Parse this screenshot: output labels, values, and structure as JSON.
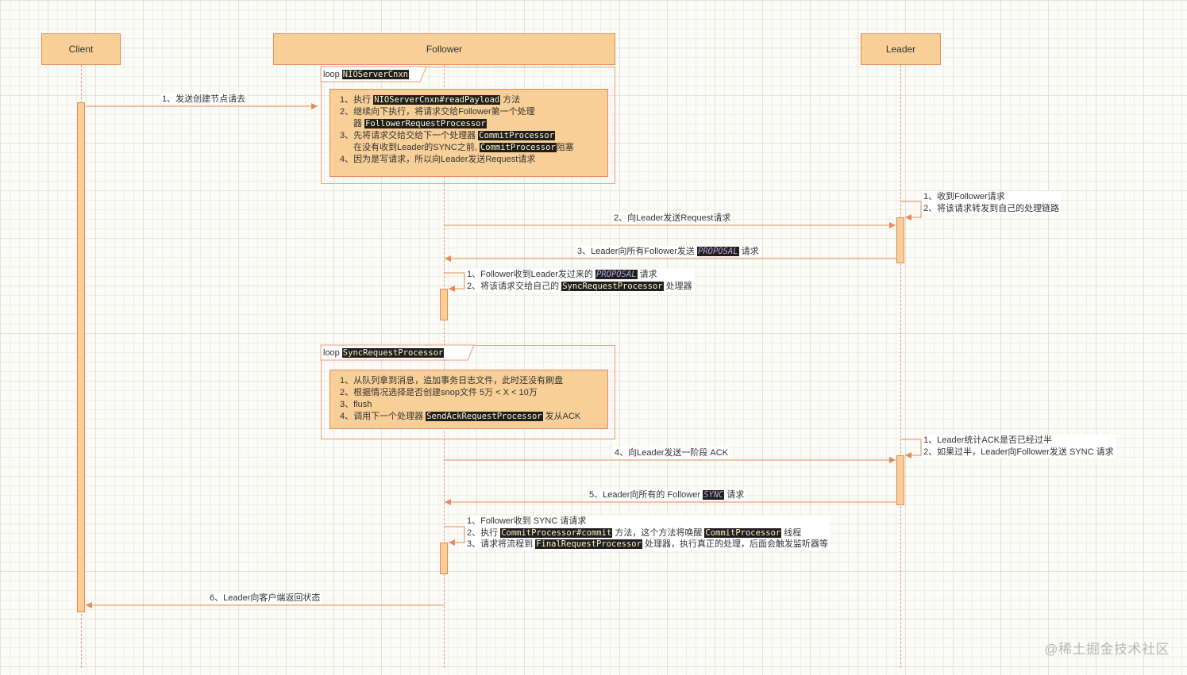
{
  "participants": {
    "client": "Client",
    "follower": "Follower",
    "leader": "Leader"
  },
  "loop1": {
    "keyword": "loop",
    "name": "NIOServerCnxn",
    "note": {
      "l1_pre": "1、执行 ",
      "l1_code": "NIOServerCnxn#readPayload",
      "l1_post": " 方法",
      "l2": "2、继续向下执行，将请求交给Follower第一个处理",
      "l3_pre": "器 ",
      "l3_code": "FollowerRequestProcessor",
      "l4_pre": "3、先将请求交给交给下一个处理器 ",
      "l4_code": "CommitProcessor",
      "l5_pre": "在没有收到Leader的SYNC之前, ",
      "l5_code": "CommitProcessor",
      "l5_post": "阻塞",
      "l6": "4、因为是写请求，所以向Leader发送Request请求"
    }
  },
  "loop2": {
    "keyword": "loop",
    "name": "SyncRequestProcessor",
    "note": {
      "l1": "1、从队列拿到消息，追加事务日志文件，此时还没有刷盘",
      "l2": "2、根据情况选择是否创建snop文件 5万 < X < 10万",
      "l3": "3、flush",
      "l4_pre": "4、调用下一个处理器 ",
      "l4_code": "SendAckRequestProcessor",
      "l4_post": " 发从ACK"
    }
  },
  "messages": {
    "m1": "1、发送创建节点请去",
    "m2": "2、向Leader发送Request请求",
    "m3_pre": "3、Leader向所有Follower发送 ",
    "m3_code": "PROPOSAL",
    "m3_post": " 请求",
    "m4": "4、向Leader发送一阶段 ACK",
    "m5_pre": "5、Leader向所有的 Follower ",
    "m5_code": "SYNC",
    "m5_post": " 请求",
    "m6": "6、Leader向客户端返回状态"
  },
  "self_notes": {
    "leader1": {
      "l1": "1、收到Follower请求",
      "l2": "2、将该请求转发到自己的处理链路"
    },
    "follower1": {
      "l1_pre": "1、Follower收到Leader发过来的 ",
      "l1_code": "PROPOSAL",
      "l1_post": " 请求",
      "l2_pre": "2、将该请求交给自己的 ",
      "l2_code": "SyncRequestProcessor",
      "l2_post": " 处理器"
    },
    "leader2": {
      "l1": "1、Leader统计ACK是否已经过半",
      "l2": "2、如果过半，Leader向Follower发送 SYNC 请求"
    },
    "follower2": {
      "l1": "1、Follower收到 SYNC 请请求",
      "l2_pre": "2、执行 ",
      "l2_code": "CommitProcessor#commit",
      "l2_mid": " 方法，这个方法将唤醒 ",
      "l2_code2": "CommitProcessor",
      "l2_post": " 线程",
      "l3_pre": "3、请求将流程到 ",
      "l3_code": "FinalRequestProcessor",
      "l3_post": " 处理器，执行真正的处理，后面会触发监听器等"
    }
  },
  "watermark": "@稀土掘金技术社区",
  "colors": {
    "fill": "#f8cf96",
    "stroke": "#e48c5a",
    "code_bg": "#1f1f1f"
  }
}
